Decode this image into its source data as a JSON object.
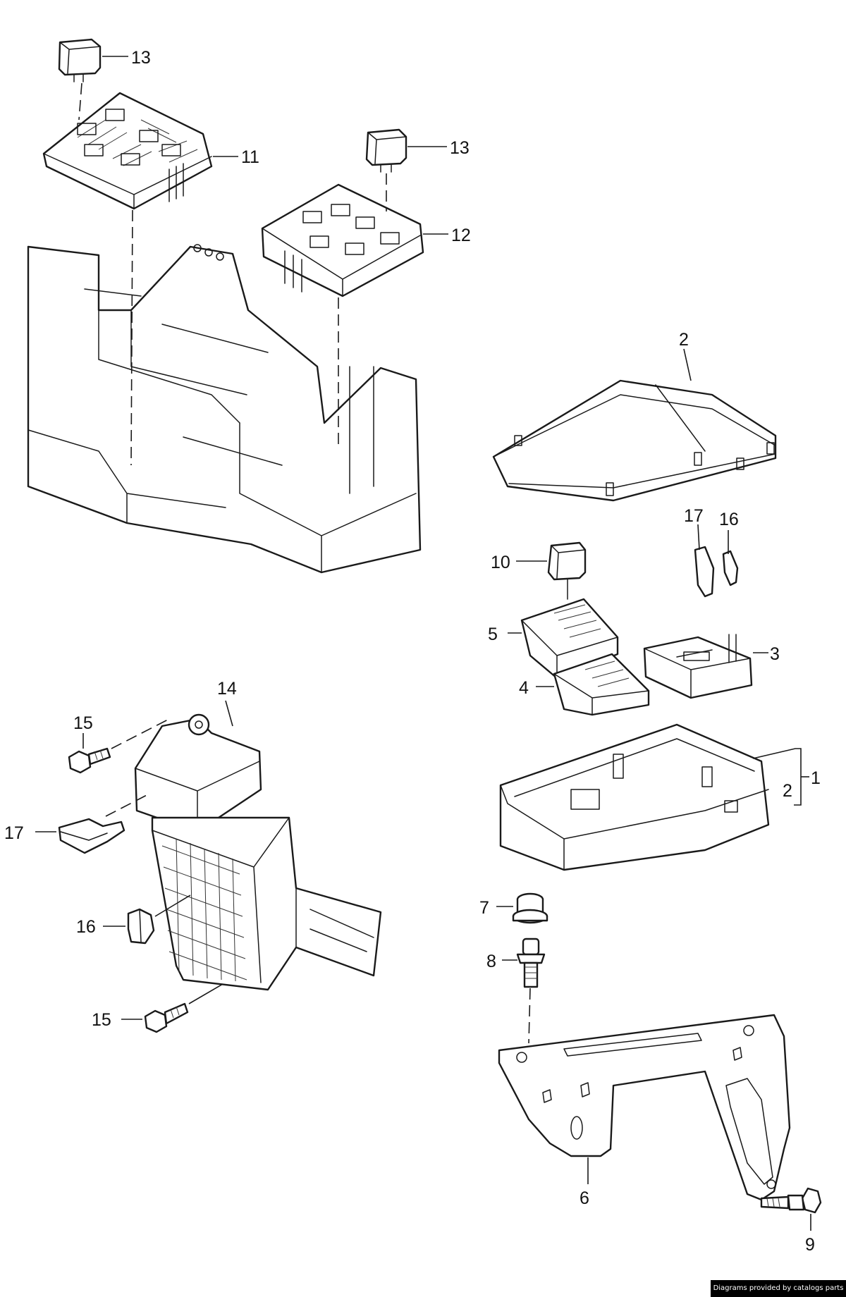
{
  "diagram": {
    "callouts": {
      "c13a": "13",
      "c11": "11",
      "c13b": "13",
      "c12": "12",
      "c2top": "2",
      "c17a": "17",
      "c16a": "16",
      "c10": "10",
      "c5": "5",
      "c3": "3",
      "c4": "4",
      "c14": "14",
      "c15a": "15",
      "c1": "1",
      "c2b": "2",
      "c17b": "17",
      "c16b": "16",
      "c7": "7",
      "c8": "8",
      "c15b": "15",
      "c6": "6",
      "c9": "9"
    }
  },
  "footer": {
    "credit": "Diagrams provided by catalogs parts"
  }
}
